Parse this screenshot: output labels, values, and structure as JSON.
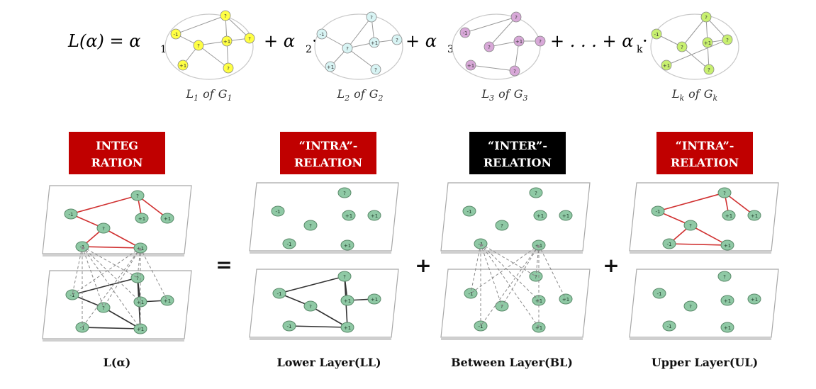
{
  "formula": {
    "lhs": "L(α) = α",
    "lhs_sub": "1",
    "terms": [
      {
        "op": "+ α",
        "sub": "2"
      },
      {
        "op": "+ α",
        "sub": "3"
      },
      {
        "op": "+ . . . + α",
        "sub": "k"
      }
    ]
  },
  "graph_captions": [
    {
      "main": "L",
      "sub": "1",
      "of": "of",
      "g": "G",
      "gsub": "1"
    },
    {
      "main": "L",
      "sub": "2",
      "of": "of",
      "g": "G",
      "gsub": "2"
    },
    {
      "main": "L",
      "sub": "3",
      "of": "of",
      "g": "G",
      "gsub": "3"
    },
    {
      "main": "L",
      "sub": "k",
      "of": "of",
      "g": "G",
      "gsub": "k"
    }
  ],
  "node_labels": {
    "neg": "-1",
    "pos": "+1",
    "unk": "?"
  },
  "graph_colors": [
    "#ffff44",
    "#d8f4f4",
    "#d8a8d8",
    "#c8f070"
  ],
  "badges": [
    {
      "line1": "INTEG",
      "line2": "RATION",
      "color": "#c00000"
    },
    {
      "line1": "“INTRA”-",
      "line2": "RELATION",
      "color": "#c00000"
    },
    {
      "line1": "“INTER”-",
      "line2": "RELATION",
      "color": "#000000"
    },
    {
      "line1": "“INTRA”-",
      "line2": "RELATION",
      "color": "#c00000"
    }
  ],
  "operators": {
    "equals": "=",
    "plus1": "+",
    "plus2": "+"
  },
  "captions": [
    "L(α)",
    "Lower Layer(LL)",
    "Between Layer(BL)",
    "Upper Layer(UL)"
  ],
  "colors": {
    "node_fill": "#8fc9a5",
    "upper_edge": "#d03030",
    "lower_edge": "#333333",
    "between_edge": "#888888"
  }
}
